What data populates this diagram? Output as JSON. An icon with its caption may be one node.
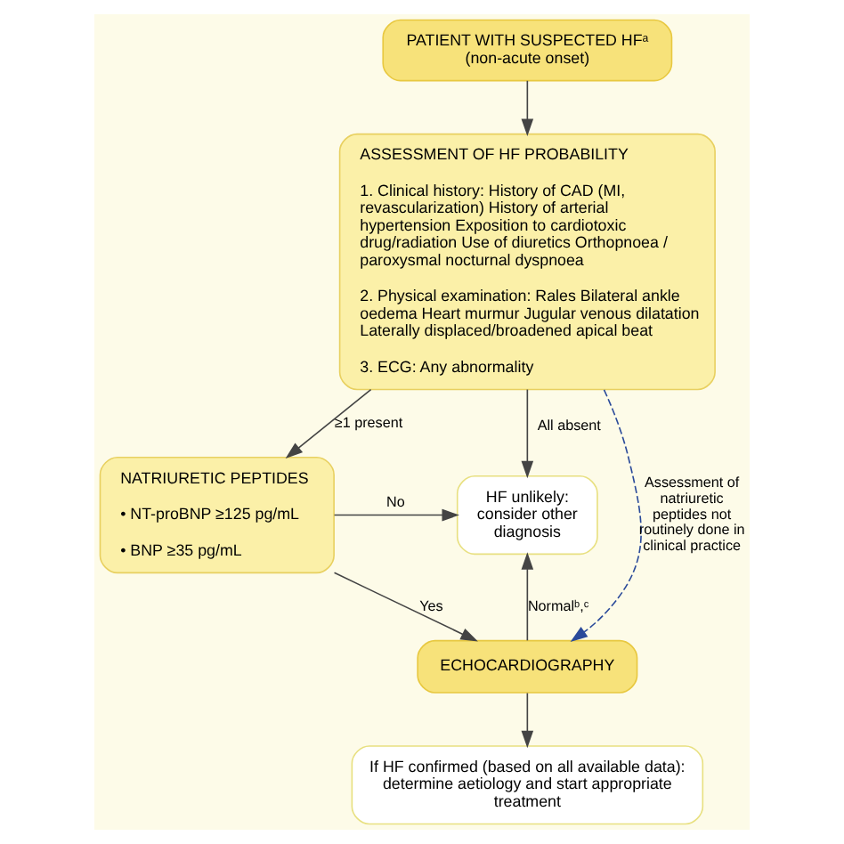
{
  "diagram": {
    "nodes": [
      {
        "text": [
          "PATIENT WITH SUSPECTED HFᵃ",
          "(non-acute onset)"
        ]
      },
      {
        "text": [
          "ASSESSMENT OF HF PROBABILITY",
          "1. Clinical history: History of CAD (MI, revascularization) History of arterial hypertension Exposition to cardiotoxic drug/radiation Use of diuretics Orthopnoea / paroxysmal nocturnal dyspnoea",
          "2. Physical examination: Rales Bilateral ankle oedema Heart murmur Jugular venous dilatation Laterally displaced/broadened apical beat",
          "3. ECG: Any abnormality"
        ]
      },
      {
        "text": [
          "NATRIURETIC PEPTIDES",
          "• NT-proBNP ≥125 pg/mL",
          "• BNP ≥35 pg/mL"
        ]
      },
      {
        "text": [
          "HF unlikely: consider other diagnosis"
        ]
      },
      {
        "text": [
          "ECHOCARDIOGRAPHY"
        ]
      },
      {
        "text": [
          "If HF confirmed (based on all available data): determine aetiology and start appropriate treatment"
        ]
      }
    ],
    "edges": [
      {
        "from": 0,
        "to": 1,
        "arrow": "to"
      },
      {
        "from": 1,
        "to": 2,
        "arrow": "to",
        "label": "≥1 present"
      },
      {
        "from": 1,
        "to": 3,
        "arrow": "to",
        "label": "All absent"
      },
      {
        "from": 2,
        "to": 3,
        "arrow": "to",
        "label": "No"
      },
      {
        "from": 2,
        "to": 4,
        "arrow": "to",
        "label": "Yes"
      },
      {
        "from": 4,
        "to": 3,
        "arrow": "to",
        "label": "Normalᵇ,ᶜ"
      },
      {
        "from": 1,
        "to": 4,
        "arrow": "to",
        "style": "dashed",
        "color": "#2a4a9a",
        "label": "Assessment of natriuretic peptides not routinely done in clinical practice"
      },
      {
        "from": 4,
        "to": 5,
        "arrow": "to"
      }
    ]
  }
}
